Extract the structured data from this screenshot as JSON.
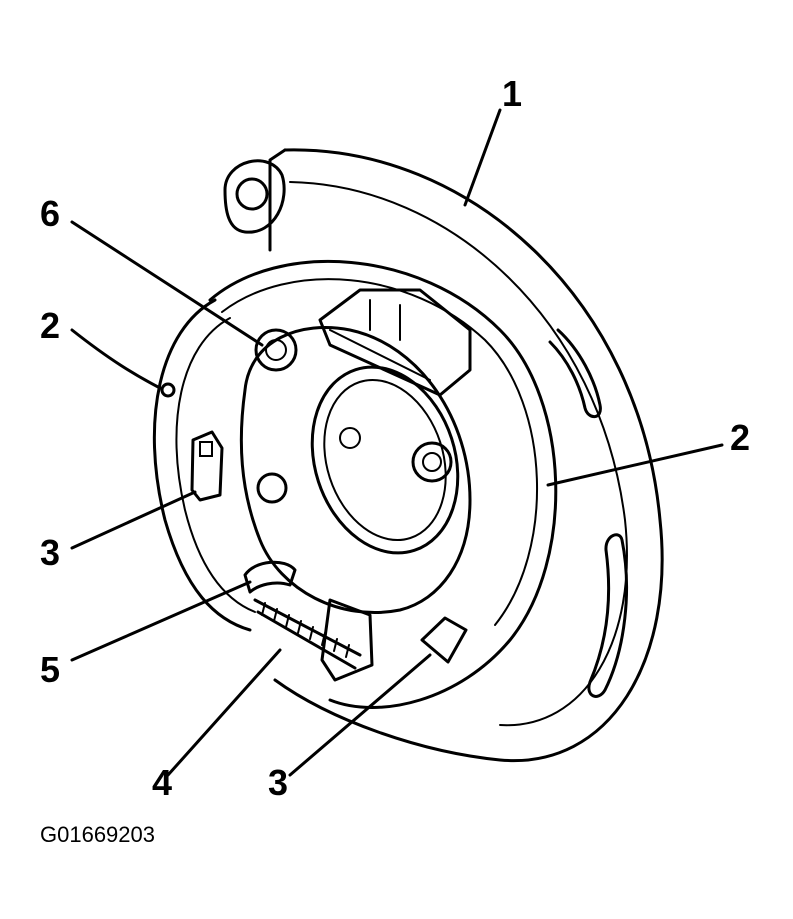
{
  "callouts": {
    "c1": "1",
    "c2a": "2",
    "c2b": "2",
    "c3a": "3",
    "c3b": "3",
    "c4": "4",
    "c5": "5",
    "c6": "6"
  },
  "figure_id": "G01669203"
}
